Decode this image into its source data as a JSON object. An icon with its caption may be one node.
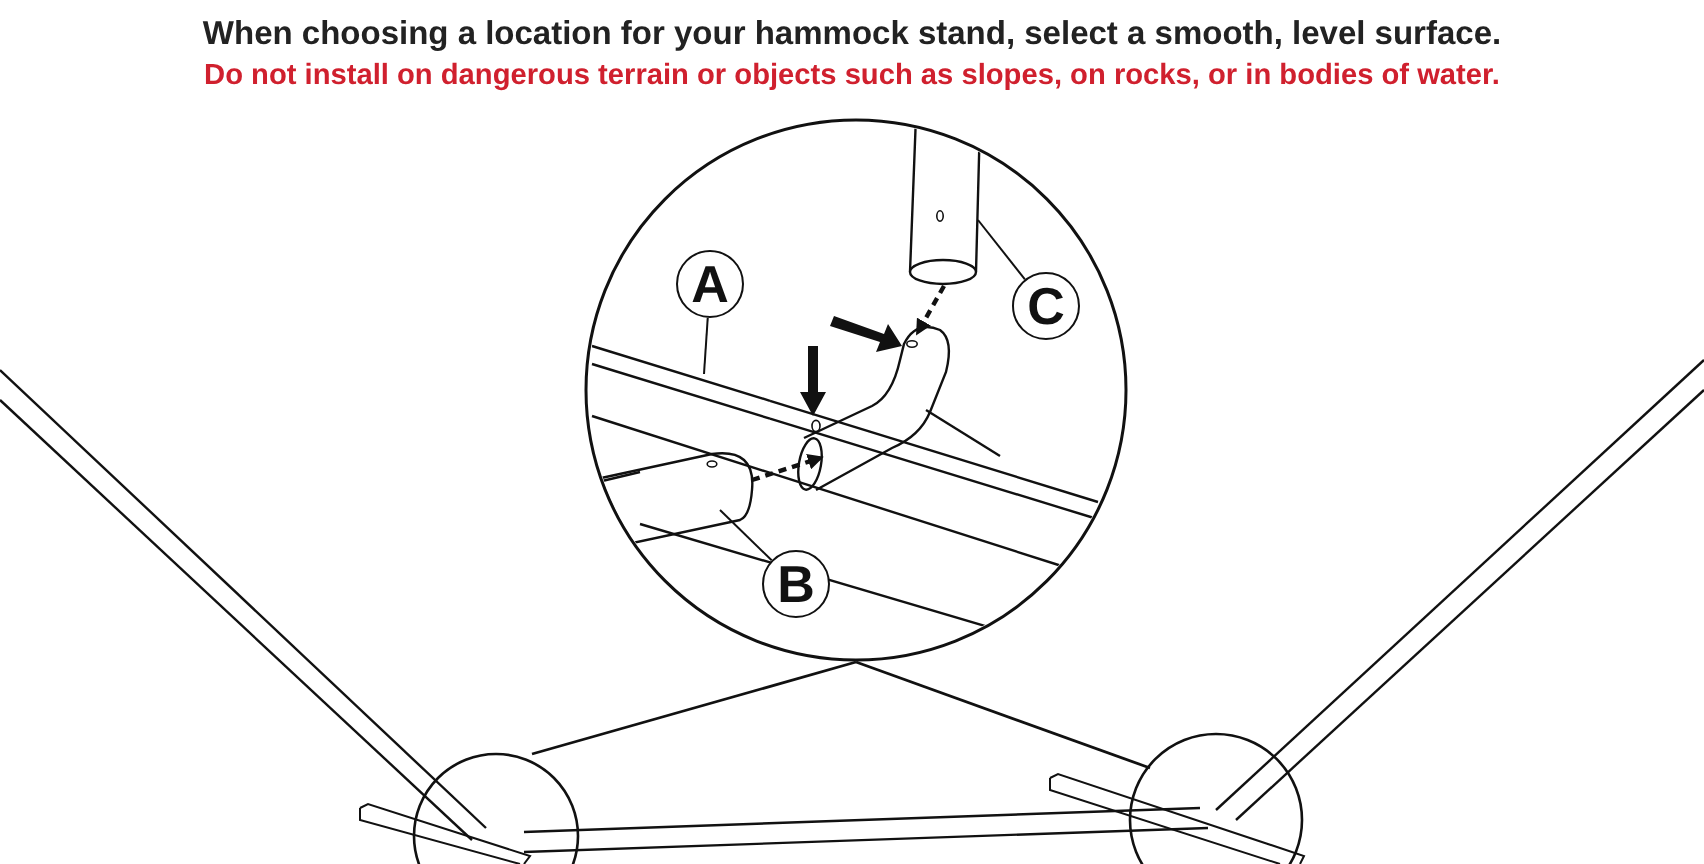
{
  "diagram": {
    "title": "When choosing a location for your hammock stand, select a smooth, level surface.",
    "caption": "Do not install on dangerous terrain or objects such as slopes, on rocks, or in bodies of water.",
    "nodes": [
      {
        "text": [
          "A"
        ]
      },
      {
        "text": [
          "C"
        ]
      },
      {
        "text": [
          "B"
        ]
      },
      {
        "text": [],
        "shape": "picture"
      },
      {
        "text": [],
        "shape": "picture"
      },
      {
        "text": [],
        "shape": "picture"
      },
      {
        "text": [],
        "shape": "picture"
      }
    ],
    "edges": [
      {
        "from": 0,
        "to": 3,
        "arrow": "none"
      },
      {
        "from": 1,
        "to": 4,
        "arrow": "none"
      },
      {
        "from": 2,
        "to": 5,
        "arrow": "none"
      },
      {
        "from": 4,
        "to": 6,
        "arrow": "to",
        "style": "dashed"
      },
      {
        "from": 5,
        "to": 6,
        "arrow": "to",
        "style": "dashed"
      }
    ]
  }
}
